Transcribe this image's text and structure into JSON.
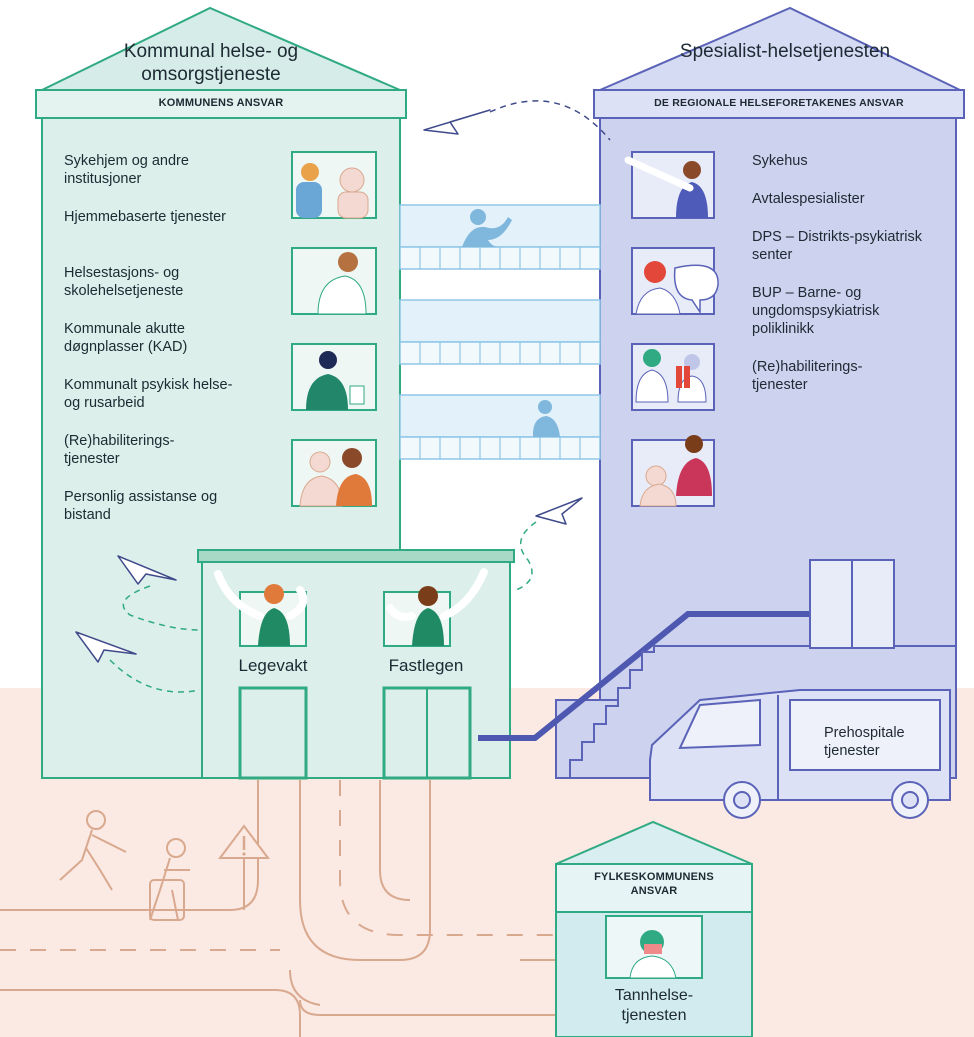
{
  "municipal": {
    "title": "Kommunal helse- og omsorgstjeneste",
    "banner": "KOMMUNENS ANSVAR",
    "services": [
      "Sykehjem og andre institusjoner",
      "Hjemmebaserte tjenester",
      "Helsestasjons- og skolehelsetjeneste",
      "Kommunale akutte døgnplasser (KAD)",
      "Kommunalt psykisk helse- og rusarbeid",
      "(Re)habiliterings-tjenester",
      "Personlig assistanse og bistand"
    ]
  },
  "specialist": {
    "title": "Spesialist-helsetjenesten",
    "banner": "DE REGIONALE HELSEFORETAKENES ANSVAR",
    "services": [
      "Sykehus",
      "Avtalespesialister",
      "DPS – Distrikts-psykiatrisk senter",
      "BUP – Barne- og ungdomspsykiatrisk poliklinikk",
      "(Re)habiliterings-tjenester"
    ]
  },
  "front_building": {
    "left_label": "Legevakt",
    "right_label": "Fastlegen"
  },
  "ambulance": {
    "label": "Prehospitale tjenester"
  },
  "county": {
    "banner": "FYLKESKOMMUNENS ANSVAR",
    "label": "Tannhelse-tjenesten"
  },
  "colors": {
    "municipal_fill": "#dcefeb",
    "municipal_stroke": "#2faa82",
    "specialist_fill": "#cdd3ef",
    "specialist_stroke": "#5a63b8",
    "ground": "#fbe9e3",
    "road": "#d9a98f",
    "county_fill": "#d2ebee"
  }
}
